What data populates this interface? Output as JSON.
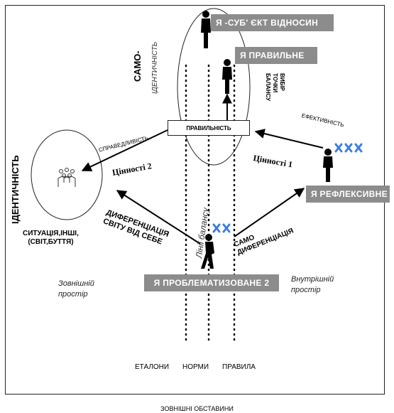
{
  "labels": {
    "ya_subekt": "Я -СУБ' ЄКТ ВІДНОСИН",
    "ya_pravylne": "Я ПРАВИЛЬНЕ",
    "ya_refleksyvne": "Я РЕФЛЕКСИВНЕ",
    "ya_problem": "Я ПРОБЛЕМАТИЗОВАНЕ 2",
    "samo": "САМО-",
    "identychnist_small": "ІДЕНТИЧНІСТЬ",
    "vybir": [
      "ВИБІР",
      "ТОЧКИ",
      "БАЛАНСУ"
    ],
    "pravylnist": "ПРАВИЛЬНІСТЬ",
    "spravedlyvist": "СПРАВЕДЛИВІСТЬ",
    "efektyvnist": "ЕФЕКТИВНІСТЬ",
    "tsinnosti2": "Цінності 2",
    "tsinnosti1": "Цінності 1",
    "identychnist_big": "ІДЕНТИЧНІСТЬ",
    "sytuatsiya": [
      "СИТУАЦІЯ,ІНШІ,",
      "(СВІТ,БУТТЯ)"
    ],
    "dyferentsiatsiya_svitu": [
      "ДИФЕРЕНЦІАЦІЯ",
      "СВІТУ ВІД СЕБЕ"
    ],
    "samo_dyferentsiatsiya": [
      "САМО",
      "ДИФЕРЕНЦІАЦІЯ"
    ],
    "liniyi_balansu": "Лінії балансу",
    "zovnishniy": [
      "Зовнішній",
      "простір"
    ],
    "vnutrishniy": [
      "Внутрішній",
      "простір"
    ],
    "etalony": "ЕТАЛОНИ",
    "normy": "НОРМИ",
    "pravyla": "ПРАВИЛА",
    "obstavyny": "ЗОВНІШНІ ОБСТАВИНИ"
  },
  "colors": {
    "grey_box": "#8c8c8c",
    "cross": "#3a7ee0"
  },
  "icons": [
    "person-icon",
    "group-icon",
    "cross-mark-icon",
    "arrow-icon"
  ]
}
